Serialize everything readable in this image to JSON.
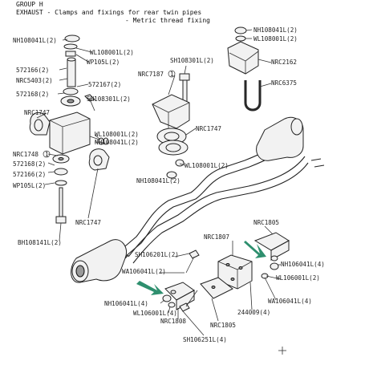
{
  "header": {
    "group": "GROUP H",
    "line1": "EXHAUST - Clamps and fixings for rear twin pipes",
    "line2": "- Metric thread fixing"
  },
  "labels": {
    "nh108041l_tl": "NH108041L(2)",
    "wl108001l_tl": "WL108001L(2)",
    "wp105l_tl": "WP105L(2)",
    "n572166_top": "572166(2)",
    "nrc5403": "NRC5403(2)",
    "n572168": "572168(2)",
    "n572167": "572167(2)",
    "sh108301l_mid": "SH108301L(2)",
    "nrc1747_left": "NRC1747",
    "wl108001l_mid": "WL108001L(2)",
    "nh108041l_mid": "NH108041L(2)",
    "nrc1748": "NRC1748",
    "n572168_b": "572168(2)",
    "n572166_b": "572166(2)",
    "wp105l_b": "WP105L(2)",
    "nrc1747_bl": "NRC1747",
    "bh108141l": "BH108141L(2)",
    "sh108301l_top": "SH108301L(2)",
    "nrc7187": "NRC7187",
    "nrc1747_center": "NRC1747",
    "wl108001l_center": "WL108001L(2)",
    "nh108041l_center": "NH108041L(2)",
    "nh108041l_tr": "NH108041L(2)",
    "wl108001l_tr": "WL108001L(2)",
    "nrc2162": "NRC2162",
    "nrc6375": "NRC6375",
    "nrc1805_r": "NRC1805",
    "nrc1807": "NRC1807",
    "sh106201l": "SH106201L(2)",
    "wa106041l_l": "WA106041L(2)",
    "nh106041l_l": "NH106041L(4)",
    "wl106001l_l": "WL106001L(4)",
    "nrc1808": "NRC1808",
    "nrc1805_b": "NRC1805",
    "sh106251l": "SH106251L(4)",
    "nh106041l_r": "NH106041L(4)",
    "wl106001l_r": "WL106001L(2)",
    "wa106041l_r": "WA106041L(4)",
    "n244009": "244009(4)",
    "circle1": "1"
  },
  "colors": {
    "arrow": "#2e8f6e",
    "line": "#333333"
  }
}
